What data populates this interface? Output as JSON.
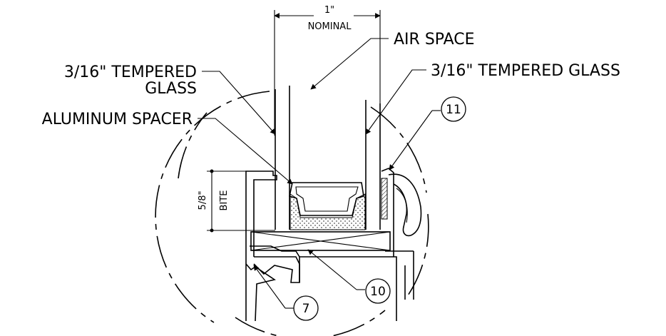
{
  "labels": {
    "nominal_dim": "1\"",
    "nominal_word": "NOMINAL",
    "air_space": "AIR SPACE",
    "left_glass_line1": "3/16\" TEMPERED",
    "left_glass_line2": "GLASS",
    "right_glass": "3/16\" TEMPERED GLASS",
    "spacer": "ALUMINUM SPACER",
    "bite_dim": "5/8\"",
    "bite_word": "BITE"
  },
  "callouts": [
    "11",
    "10",
    "7"
  ],
  "colors": {
    "ink": "#000000",
    "background": "#ffffff"
  }
}
